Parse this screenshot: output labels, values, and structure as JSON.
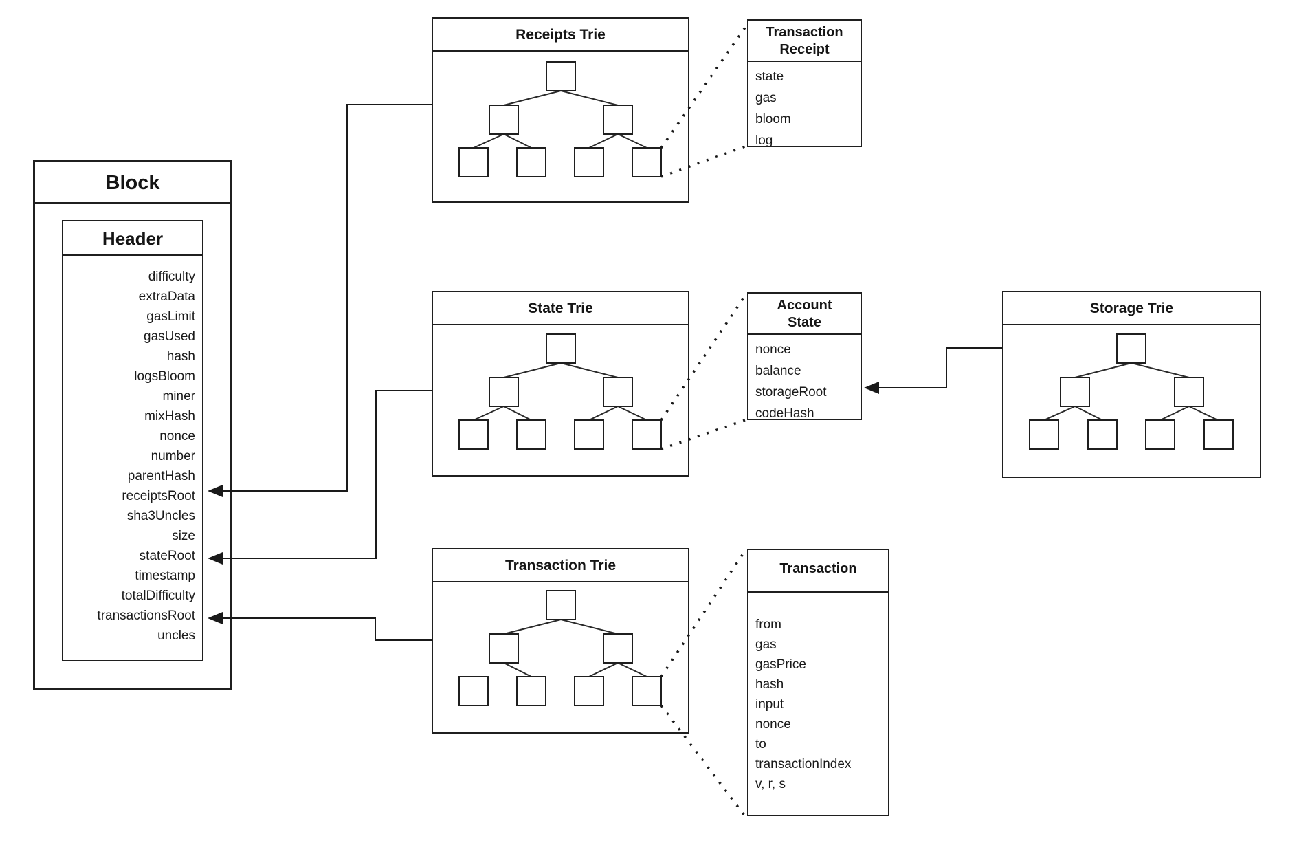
{
  "block": {
    "title": "Block",
    "header": {
      "title": "Header",
      "fields": [
        "difficulty",
        "extraData",
        "gasLimit",
        "gasUsed",
        "hash",
        "logsBloom",
        "miner",
        "mixHash",
        "nonce",
        "number",
        "parentHash",
        "receiptsRoot",
        "sha3Uncles",
        "size",
        "stateRoot",
        "timestamp",
        "totalDifficulty",
        "transactionsRoot",
        "uncles"
      ]
    }
  },
  "tries": [
    {
      "title": "Receipts Trie"
    },
    {
      "title": "State Trie"
    },
    {
      "title": "Transaction Trie"
    },
    {
      "title": "Storage Trie"
    }
  ],
  "records": [
    {
      "title_lines": [
        "Transaction",
        "Receipt"
      ],
      "fields": [
        "state",
        "gas",
        "bloom",
        "log"
      ]
    },
    {
      "title_lines": [
        "Account",
        "State"
      ],
      "fields": [
        "nonce",
        "balance",
        "storageRoot",
        "codeHash"
      ]
    },
    {
      "title_lines": [
        "Transaction"
      ],
      "fields": [
        "from",
        "gas",
        "gasPrice",
        "hash",
        "input",
        "nonce",
        "to",
        "transactionIndex",
        "v, r, s"
      ]
    }
  ],
  "colors": {
    "line": "#1a1a1a",
    "background": "#ffffff",
    "text": "#1a1a1a"
  }
}
